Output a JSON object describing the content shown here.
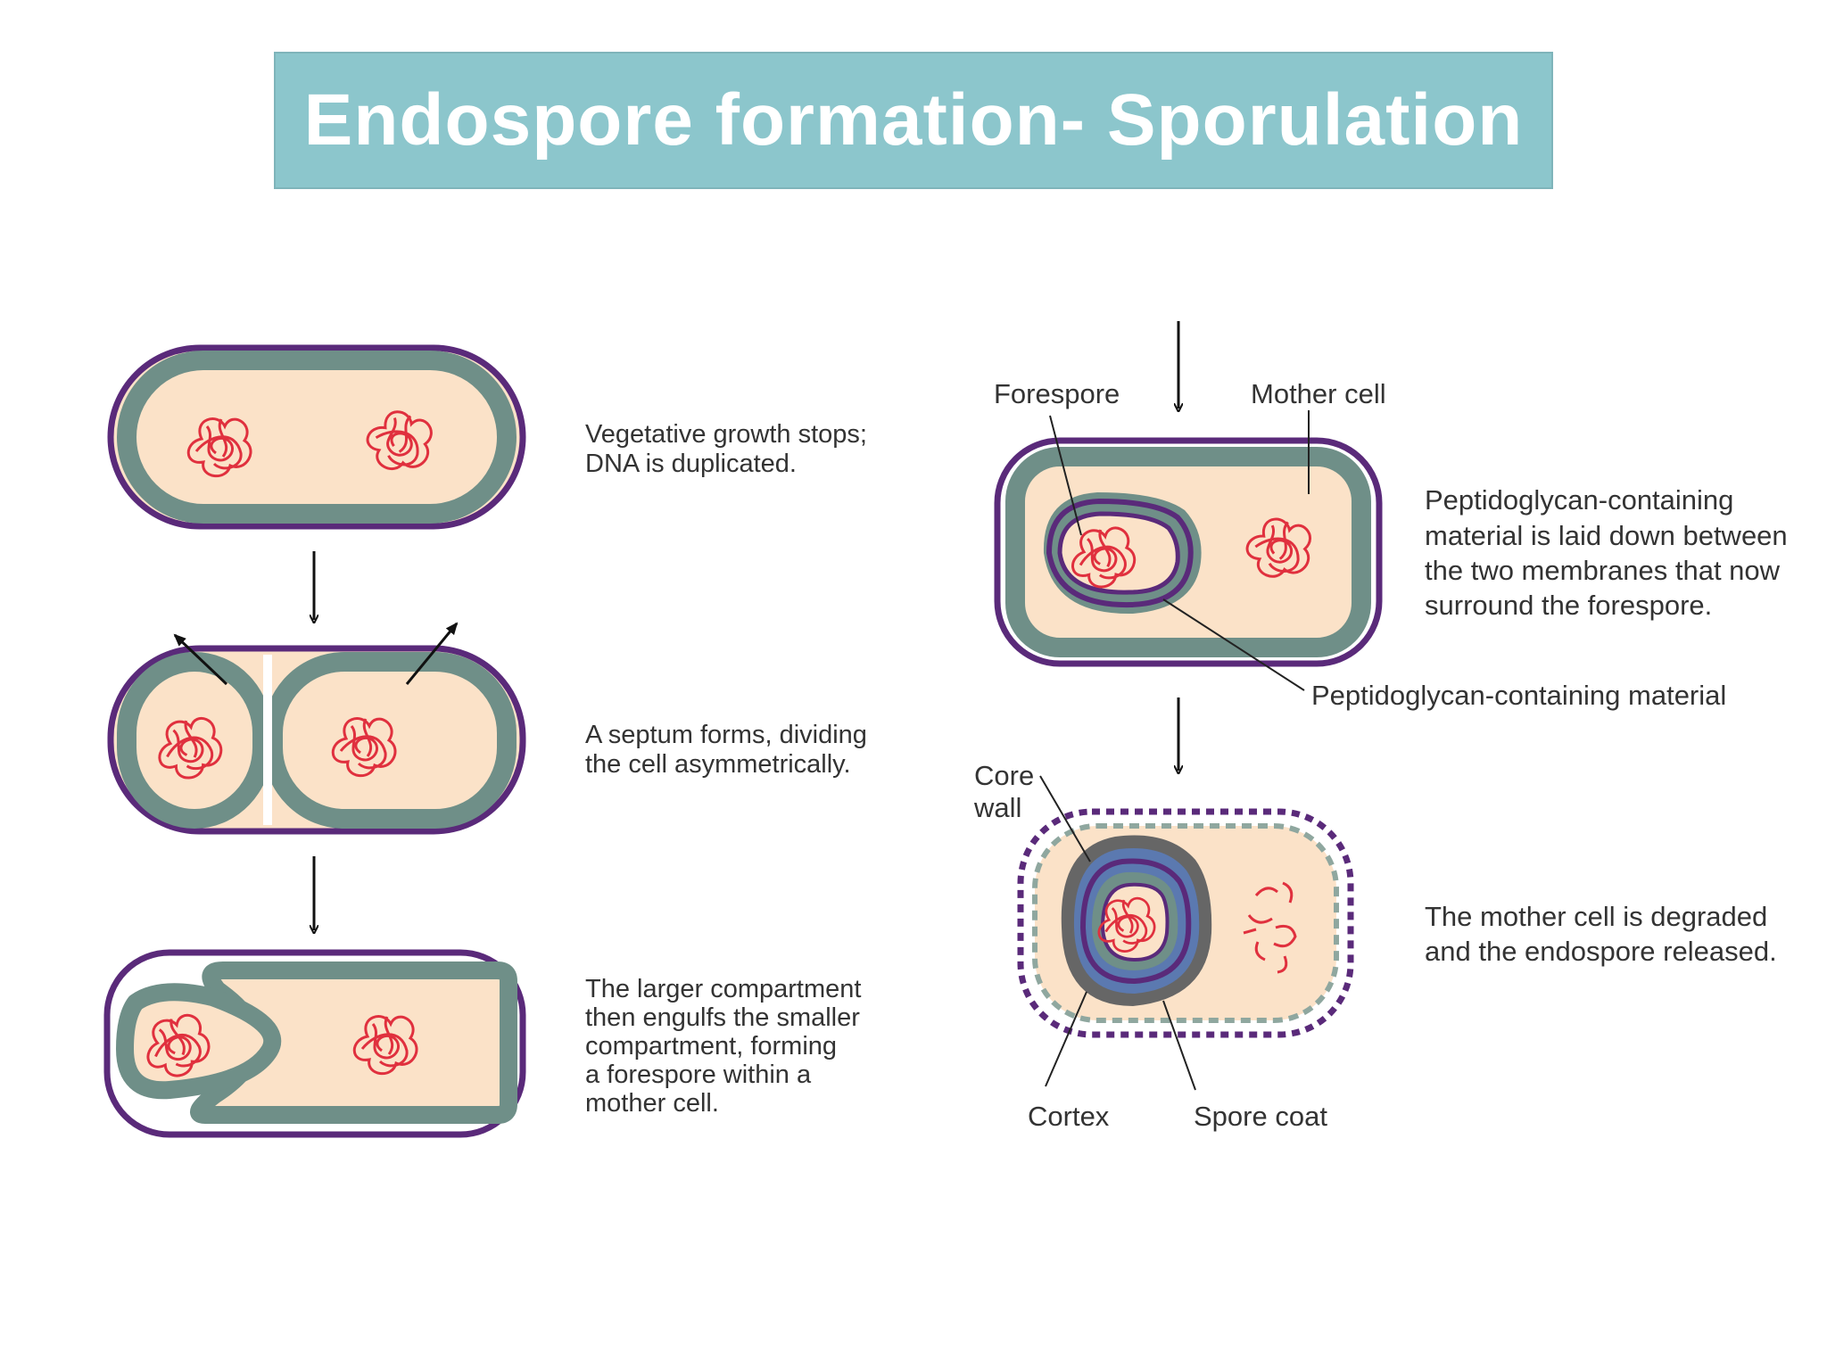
{
  "title": "Endospore formation- Sporulation",
  "colors": {
    "banner": "#8cc6cc",
    "outer_membrane": "#5a2a7a",
    "wall": "#6f8f88",
    "cytoplasm": "#fbe2c8",
    "dna": "#e0303e",
    "cortex_blue": "#5b79b0",
    "spore_coat": "#666666"
  },
  "steps": [
    {
      "lines": [
        "Vegetative growth stops;",
        "DNA is duplicated."
      ]
    },
    {
      "lines": [
        "A septum forms, dividing",
        "the cell asymmetrically."
      ]
    },
    {
      "lines": [
        "The larger compartment",
        "then engulfs the smaller",
        "compartment, forming",
        "a forespore within a",
        "mother cell."
      ]
    },
    {
      "lines": [
        "Peptidoglycan-containing",
        "material is laid down between",
        "the two membranes that now",
        "surround the forespore."
      ]
    },
    {
      "lines": [
        "The mother cell is degraded",
        "and the endospore released."
      ]
    }
  ],
  "labels": {
    "forespore": "Forespore",
    "mother_cell": "Mother cell",
    "peptidoglycan_material": "Peptidoglycan-containing material",
    "core_wall_line1": "Core",
    "core_wall_line2": "wall",
    "cortex": "Cortex",
    "spore_coat": "Spore coat"
  }
}
